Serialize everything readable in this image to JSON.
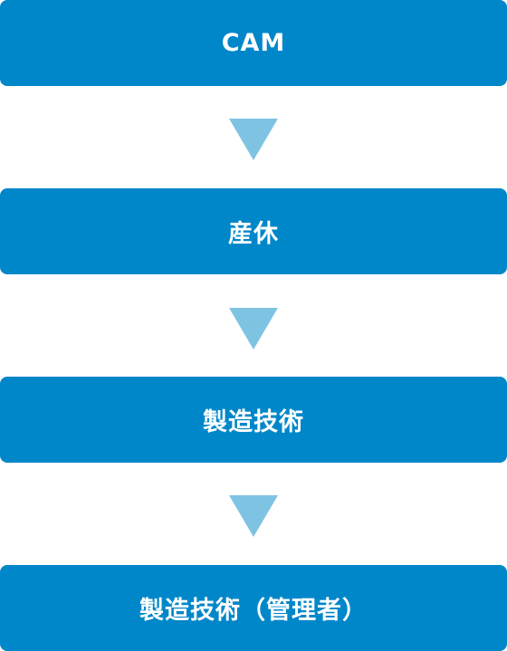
{
  "flow": {
    "steps": [
      {
        "label": "CAM"
      },
      {
        "label": "産休"
      },
      {
        "label": "製造技術"
      },
      {
        "label": "製造技術（管理者）"
      }
    ]
  },
  "colors": {
    "box": "#0087c9",
    "arrow": "#7fc3e2",
    "text": "#ffffff"
  }
}
